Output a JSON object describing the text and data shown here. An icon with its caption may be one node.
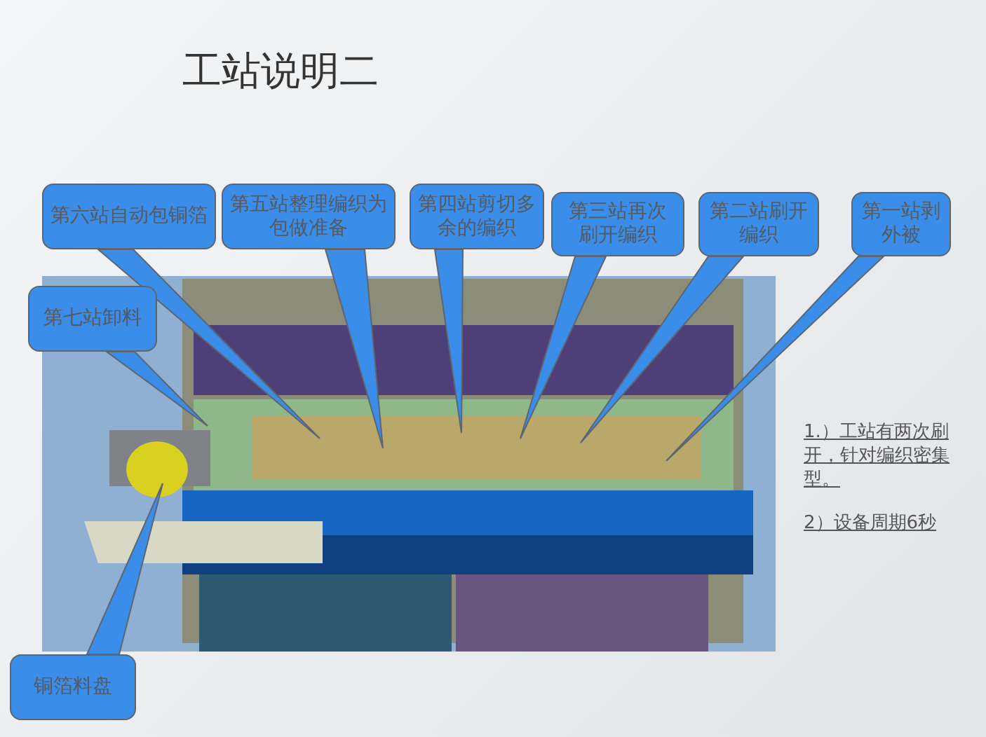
{
  "diagram": {
    "title": "工站说明二",
    "nodes": [
      {
        "text": [
          "第六站自动包铜箔"
        ]
      },
      {
        "text": [
          "第五站整理编织为包做准备"
        ]
      },
      {
        "text": [
          "第四站剪切多余的编织"
        ]
      },
      {
        "text": [
          "第三站再次刷开编织"
        ]
      },
      {
        "text": [
          "第二站刷开编织"
        ]
      },
      {
        "text": [
          "第一站剥外被"
        ]
      },
      {
        "text": [
          "第七站卸料"
        ]
      },
      {
        "text": [
          "铜箔料盘"
        ]
      },
      {
        "text": [],
        "shape": "picture"
      }
    ],
    "edges": [
      {
        "from": 0,
        "to": 8,
        "arrow": "none"
      },
      {
        "from": 1,
        "to": 8,
        "arrow": "none"
      },
      {
        "from": 2,
        "to": 8,
        "arrow": "none"
      },
      {
        "from": 3,
        "to": 8,
        "arrow": "none"
      },
      {
        "from": 4,
        "to": 8,
        "arrow": "none"
      },
      {
        "from": 5,
        "to": 8,
        "arrow": "none"
      },
      {
        "from": 6,
        "to": 8,
        "arrow": "none"
      },
      {
        "from": 7,
        "to": 8,
        "arrow": "none"
      }
    ],
    "labels": [
      "1.）工站有两次刷开，针对编织密集型。",
      "2）设备周期6秒"
    ]
  }
}
